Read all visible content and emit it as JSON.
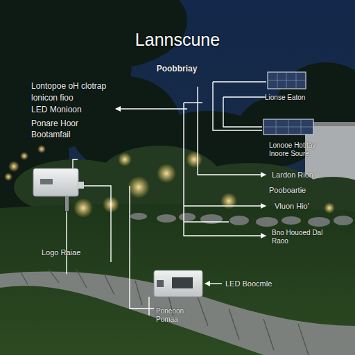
{
  "diagram": {
    "title": "Lannscune",
    "labels": [
      "Poobbriay",
      "Lontopoe oH clotrap",
      "lonicon fioo",
      "Lionse Eaton",
      "LED Monioon",
      "Ponare Hoor",
      "Bootamfail",
      "Lonooe Hotitay Inoore Soure",
      "Lardon Rion",
      "Pooboartie",
      "Vluon Hio'",
      "Bno Houoed Dal Raoo",
      "Logo Raiae",
      "LED Boocmle",
      "Poneoon Pomaa"
    ]
  }
}
